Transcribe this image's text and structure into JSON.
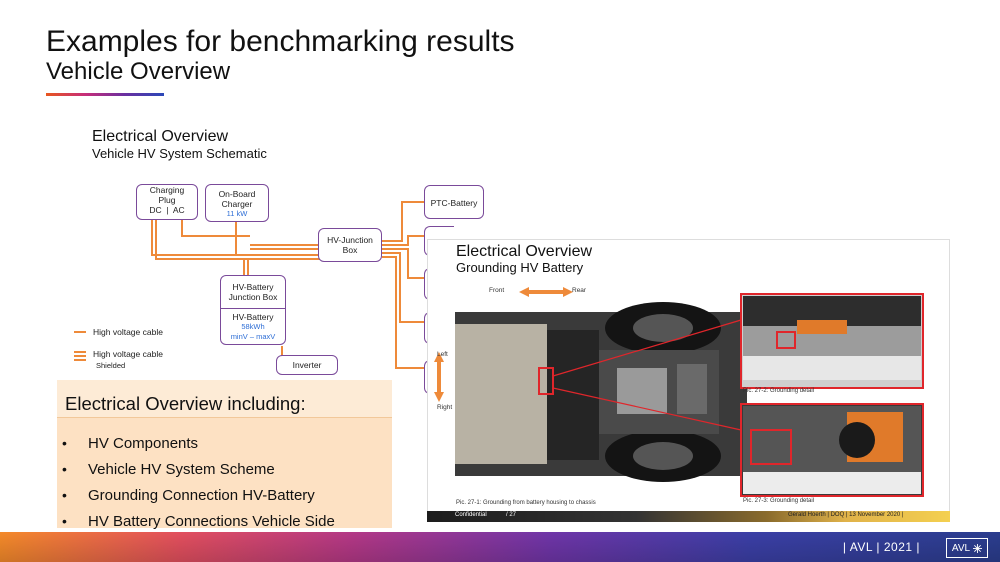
{
  "slide": {
    "title": "Examples for benchmarking results",
    "subtitle": "Vehicle Overview"
  },
  "schematic": {
    "heading": "Electrical Overview",
    "subheading": "Vehicle HV System Schematic",
    "boxes": {
      "charging_plug": {
        "line1": "Charging",
        "line2": "Plug",
        "dc": "DC",
        "sep": "|",
        "ac": "AC"
      },
      "onboard_charger": {
        "line1": "On-Board",
        "line2": "Charger",
        "spec": "11 kW"
      },
      "hv_junction": {
        "line1": "HV-Junction",
        "line2": "Box"
      },
      "ptc_battery": {
        "label": "PTC-Battery"
      },
      "battery_junction": {
        "line1": "HV-Battery",
        "line2": "Junction Box"
      },
      "hv_battery": {
        "label": "HV-Battery",
        "spec1": "58kWh",
        "spec2": "minV – maxV"
      },
      "inverter": {
        "label": "Inverter"
      }
    },
    "legend": {
      "cable": "High voltage cable",
      "shielded_line1": "High voltage cable",
      "shielded_line2": "Shielded"
    }
  },
  "grounding": {
    "heading": "Electrical Overview",
    "subheading": "Grounding HV Battery",
    "front": "Front",
    "rear": "Rear",
    "left": "Left",
    "right": "Right",
    "caption_main": "Pic. 27-1: Grounding from battery housing to chassis",
    "caption_top": "Pic. 27-2: Grounding detail",
    "caption_bottom": "Pic. 27-3: Grounding detail",
    "bar_left": "Confidential",
    "bar_page": "/ 27",
    "bar_right": "Gerald Hoerth | DOQ | 13 November 2020 |"
  },
  "callout": {
    "title": "Electrical Overview including:",
    "items": [
      "HV Components",
      "Vehicle HV System Scheme",
      "Grounding Connection HV-Battery",
      "HV Battery Connections Vehicle Side"
    ],
    "bullet": "•"
  },
  "footer": {
    "text": "| AVL | 2021 |",
    "logo": "AVL"
  },
  "colors": {
    "cable": "#ee8a3a",
    "box_border": "#7a4a9a",
    "highlight": "#e0262b"
  }
}
